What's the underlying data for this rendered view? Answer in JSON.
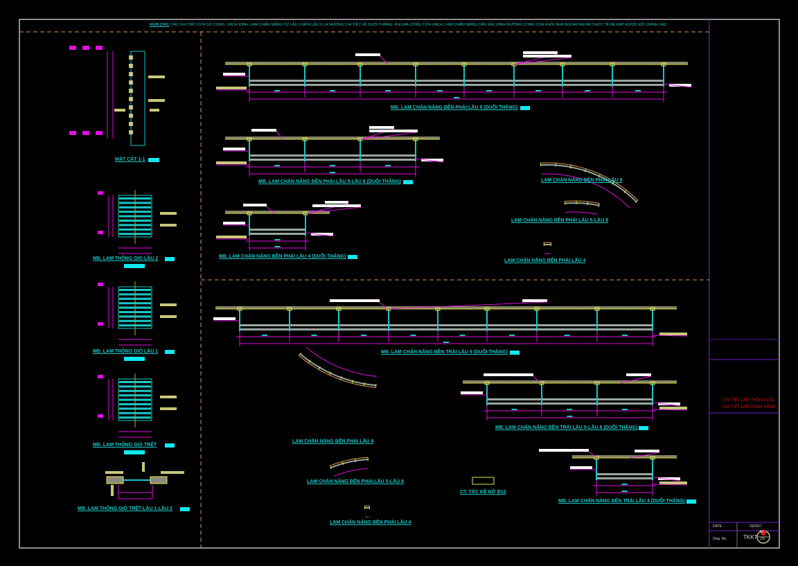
{
  "note": {
    "label": "#GHI CHÚ:",
    "text": "CÁC CHI TIẾT CỬA SỔ CONG, VÁCH KÍNH, LAM CHẮN NẮNG TỪ LẦU 5 ĐẾN LẦU 9 LÀ NHỮNG CHI TIẾT VẼ DUỖI THẲNG, KHI GIA CÔNG CỬA VÁCH, LAM CHẮN NẮNG CẦN XÁC ĐỊNH ĐƯỜNG CONG CỦA KHỐI NHÀ NGOÀI NGOÀI THỰC TẾ ĐỂ ĐẠT ĐƯỢC ĐỘ CHÍNH XÁC"
  },
  "left_column": {
    "section_title": "MẶT CẮT 1-1",
    "vent_l2_title": "MĐ. LAM THÔNG GIÓ LẦU 2",
    "vent_l1_title": "MĐ. LAM THÔNG GIÓ LẦU 1",
    "vent_tret_title": "MĐ. LAM THÔNG GIÓ TRỆT",
    "vent_plan_title": "MB. LAM THÔNG GIÓ TRỆT-LẦU 1-LẦU 2"
  },
  "views": {
    "right_l9": "MB. LAM CHẮN NẮNG BÊN PHẢI LẦU 9 (DUỖI THẲNG)",
    "right_l5_8": "MB. LAM CHẮN NẮNG BÊN PHẢI LẦU 5-LẦU 8 (DUỖI THẲNG)",
    "right_l4": "MB. LAM CHẮN NẮNG BÊN PHẢI LẦU 4 (DUỖI THẲNG)",
    "curve_right_l9": "LAM CHẮN NẮNG BÊN PHẢI LẦU 9",
    "curve_right_l5_8": "LAM CHẮN NẮNG BÊN PHẢI LẦU 5-LẦU 8",
    "curve_right_l4": "LAM CHẮN NẮNG BÊN PHẢI LẦU 4",
    "left_l9": "MB. LAM CHẮN NẮNG BÊN TRÁI LẦU 9 (DUỖI THẲNG)",
    "left_l5_8": "MB. LAM CHẮN NẮNG BÊN TRÁI LẦU 5-LẦU 8 (DUỖI THẲNG)",
    "left_l4": "MB. LAM CHẮN NẮNG BÊN TRÁI LẦU 4 (DUỖI THẲNG)",
    "curve_left_l9": "LAM CHẮN NẮNG BÊN PHẢI LẦU 9",
    "curve_left_l5_8": "LAM CHẮN NẮNG BÊN PHẢI LẦU 5-LẦU 8",
    "curve_left_l4": "LAM CHẮN NẮNG BÊN PHẢI LẦU 4",
    "anchor": "CT. TẮC KÊ NỞ Ø12"
  },
  "title_block": {
    "line1": "CHI TIẾT LAM THÔNG GIÓ",
    "line2": "CHI TIẾT LAM CHẮN NẮNG",
    "date_label": "DATE",
    "date_value": "03/2017",
    "dwg_label": "Dwg. No.",
    "dwg_code": "TKKT",
    "sheet_no": "10",
    "sheet_total": "29"
  },
  "colors": {
    "cyan": "#19c8c8",
    "magenta": "#e010e0",
    "yellow": "#e6e64a",
    "orange_dash": "#d89a50",
    "purple": "#7020d0",
    "red": "#e01010"
  }
}
